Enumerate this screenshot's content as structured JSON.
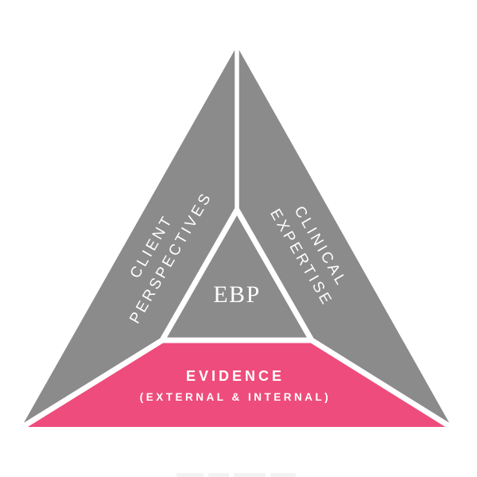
{
  "colors": {
    "section_gray": "#8B8B8B",
    "evidence_pink": "#EE4C7C",
    "divider_white": "#FFFFFF",
    "label_white": "#FFFFFF"
  },
  "triangle": {
    "center_label": "EBP",
    "left_section": {
      "line1": "CLIENT",
      "line2": "PERSPECTIVES"
    },
    "right_section": {
      "line1": "CLINICAL",
      "line2": "EXPERTISE"
    },
    "bottom_section": {
      "line1": "EVIDENCE",
      "line2": "(EXTERNAL & INTERNAL)"
    }
  }
}
